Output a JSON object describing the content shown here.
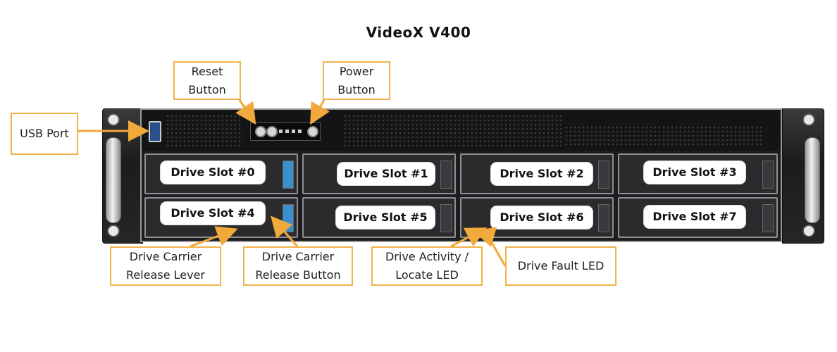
{
  "title": "VideoX V400",
  "callouts": {
    "reset": {
      "line1": "Reset",
      "line2": "Button"
    },
    "power": {
      "line1": "Power",
      "line2": "Button"
    },
    "usb": {
      "line1": "USB Port"
    },
    "carrier_lever": {
      "line1": "Drive Carrier",
      "line2": "Release Lever"
    },
    "carrier_button": {
      "line1": "Drive Carrier",
      "line2": "Release Button"
    },
    "activity_led": {
      "line1": "Drive Activity /",
      "line2": "Locate LED"
    },
    "fault_led": {
      "line1": "Drive Fault LED"
    }
  },
  "drive_slots": [
    "Drive Slot #0",
    "Drive Slot #1",
    "Drive Slot #2",
    "Drive Slot #3",
    "Drive Slot #4",
    "Drive Slot #5",
    "Drive Slot #6",
    "Drive Slot #7"
  ],
  "colors": {
    "callout_border": "#f2b24a",
    "arrow": "#f2a93b",
    "release_button": "#3b8fd1"
  }
}
